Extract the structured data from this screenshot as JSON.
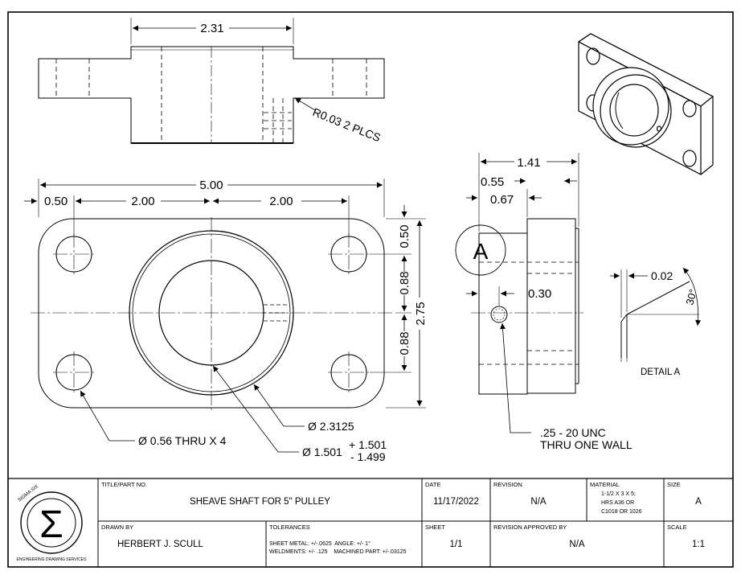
{
  "drawing": {
    "top_view": {
      "width_dim": "2.31",
      "radius_note": "R0.03 2 PLCS"
    },
    "front_view": {
      "overall_width": "5.00",
      "edge_offset": "0.50",
      "hole_spacing_left": "2.00",
      "hole_spacing_right": "2.00",
      "top_offset": "0.50",
      "upper_vertical": "0.88",
      "lower_vertical": "0.88",
      "overall_height": "2.75",
      "hole_callout": "Ø 0.56 THRU X 4",
      "boss_diameter": "Ø 2.3125",
      "bore_diameter": "Ø 1.501",
      "bore_tol_upper": "+ 1.501",
      "bore_tol_lower": "- 1.499"
    },
    "side_view": {
      "overall_width": "1.41",
      "flange_offset": "0.55",
      "boss_offset": "0.67",
      "tap_offset": "0.30",
      "section_label": "A",
      "tap_callout_line1": ".25 - 20 UNC",
      "tap_callout_line2": "THRU ONE WALL"
    },
    "detail": {
      "chamfer": "0.02",
      "angle": "30°",
      "label": "DETAIL A"
    }
  },
  "title_block": {
    "logo": {
      "symbol": "Σ",
      "top_text": "SIGMA SIX",
      "bottom_text": "ENGINEERING DRAWING SERVICES"
    },
    "title_label": "TITLE/PART NO.",
    "title_value": "SHEAVE SHAFT FOR 5\" PULLEY",
    "date_label": "DATE",
    "date_value": "11/17/2022",
    "revision_label": "REVISION",
    "revision_value": "N/A",
    "material_label": "MATERIAL",
    "material_line1": "1-1/2 X 3 X 5;",
    "material_line2": "HRS A36 OR",
    "material_line3": "C1018 OR 1026",
    "size_label": "SIZE",
    "size_value": "A",
    "drawn_by_label": "DRAWN BY",
    "drawn_by_value": "HERBERT J. SCULL",
    "tolerances_label": "TOLERANCES",
    "tolerances_line1": "SHEET METAL: +/-.0625  ANGLE: +/- 1°",
    "tolerances_line2": "WELDMENTS: +/- .125    MACHINED PART: +/-.03125",
    "sheet_label": "SHEET",
    "sheet_value": "1/1",
    "rev_approved_label": "REVISION APPROVED BY",
    "rev_approved_value": "N/A",
    "scale_label": "SCALE",
    "scale_value": "1:1"
  }
}
